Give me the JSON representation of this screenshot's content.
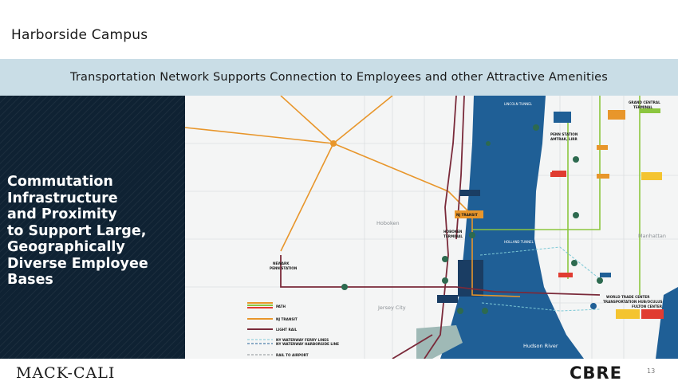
{
  "page_title": "Harborside Campus",
  "banner_text": "Transportation Network Supports Connection to Employees and other Attractive Amenities",
  "headline_lines": [
    "Commutation",
    "Infrastructure",
    "and Proximity",
    "to Support Large,",
    "Geographically",
    "Diverse Employee",
    "Bases"
  ],
  "map": {
    "hoboken": "Hoboken",
    "jersey_city": "Jersey City",
    "manhattan": "Manhattan",
    "hudson_river": "Hudson River",
    "newark_penn": [
      "NEWARK",
      "PENN STATION"
    ],
    "grand_central": [
      "GRAND CENTRAL",
      "TERMINAL"
    ],
    "penn_station": [
      "PENN STATION",
      "AMTRAK, LIRR"
    ],
    "hoboken_terminal": [
      "HOBOKEN",
      "TERMINAL"
    ],
    "nj_transit_tag": "NJ TRANSIT",
    "wtc": [
      "WORLD TRADE CENTER",
      "TRANSPORTATION HUB/OCULUS"
    ],
    "fulton": "FULTON CENTER",
    "lincoln_tunnel": "LINCOLN TUNNEL",
    "holland_tunnel": "HOLLAND TUNNEL",
    "legend": {
      "path": "PATH",
      "nj_transit": "NJ TRANSIT",
      "light_rail": "LIGHT RAIL",
      "ferry": [
        "NY WATERWAY FERRY LINES",
        "NY WATERWAY HARBORSIDE LINE"
      ],
      "airport": "RAIL TO AIRPORT"
    }
  },
  "footer": {
    "left_logo": "MACK-CALI",
    "right_logo": "CBRE",
    "page_number": "13"
  },
  "colors": {
    "river": "#1f5f96",
    "panel": "#0f2233",
    "banner": "#c9dde6",
    "path_orange": "#e8962b",
    "nj_transit": "#7a2a3a",
    "light_rail": "#7a2a3a",
    "ferry": "#7ec9d6",
    "green_line": "#8cc63f"
  }
}
